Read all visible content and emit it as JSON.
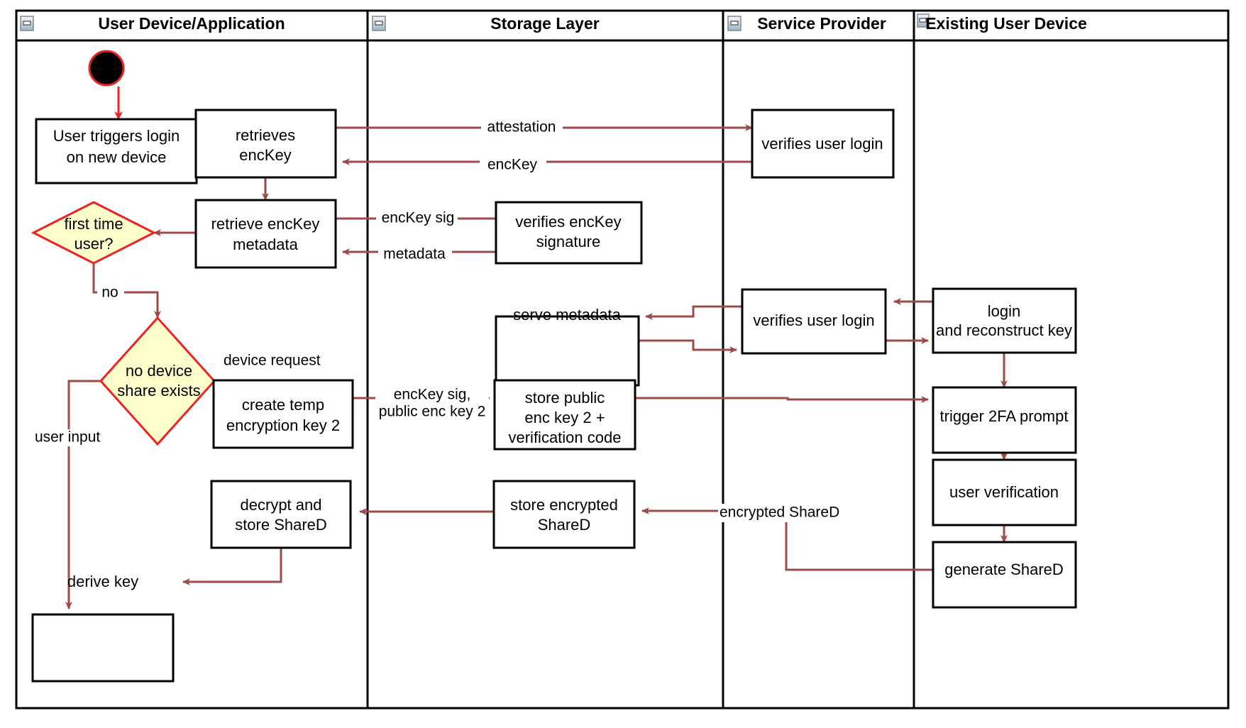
{
  "diagram": {
    "type": "uml-activity-swimlane",
    "colors": {
      "flow_arrow": "#9c4b47",
      "start_arrow": "#ee2222",
      "decision_fill": "#ffffcc",
      "decision_stroke": "#ee2222",
      "node_fill": "#ffffff",
      "node_stroke": "#000000",
      "frame_stroke": "#000000"
    },
    "lanes": [
      {
        "id": "lane-user-device",
        "title": "User Device/Application",
        "collapse_icon": "minus-box-icon"
      },
      {
        "id": "lane-storage",
        "title": "Storage Layer",
        "collapse_icon": "minus-box-icon"
      },
      {
        "id": "lane-service-provider",
        "title": "Service Provider",
        "collapse_icon": "minus-box-icon"
      },
      {
        "id": "lane-existing-device",
        "title": "Existing User Device",
        "collapse_icon": "minus-box-icon"
      }
    ],
    "nodes": [
      {
        "id": "start",
        "lane": "lane-user-device",
        "shape": "initial",
        "label": ""
      },
      {
        "id": "user-triggers",
        "lane": "lane-user-device",
        "shape": "action",
        "lines": [
          "User triggers login",
          "on new device"
        ]
      },
      {
        "id": "retrieves-enckey",
        "lane": "lane-user-device",
        "shape": "action",
        "lines": [
          "retrieves",
          "encKey"
        ]
      },
      {
        "id": "retrieve-meta",
        "lane": "lane-user-device",
        "shape": "action",
        "lines": [
          "retrieve encKey",
          "metadata"
        ]
      },
      {
        "id": "first-time-user",
        "lane": "lane-user-device",
        "shape": "decision",
        "lines": [
          "first time",
          "user?"
        ]
      },
      {
        "id": "no-device-share",
        "lane": "lane-user-device",
        "shape": "decision",
        "lines": [
          "no device",
          "share exists"
        ]
      },
      {
        "id": "create-temp-key",
        "lane": "lane-user-device",
        "shape": "action",
        "lines": [
          "create temp",
          "encryption key 2"
        ]
      },
      {
        "id": "decrypt-stored",
        "lane": "lane-user-device",
        "shape": "action",
        "lines": [
          "decrypt and",
          "store ShareD"
        ]
      },
      {
        "id": "derive-key",
        "lane": "lane-user-device",
        "shape": "action",
        "lines": [
          "derive key"
        ]
      },
      {
        "id": "verifies-sig",
        "lane": "lane-storage",
        "shape": "action",
        "lines": [
          "verifies encKey",
          "signature"
        ]
      },
      {
        "id": "serve-metadata",
        "lane": "lane-storage",
        "shape": "action",
        "lines": [
          "serve metadata"
        ]
      },
      {
        "id": "store-public",
        "lane": "lane-storage",
        "shape": "action",
        "lines": [
          "store public",
          "enc key 2 +",
          "verification code"
        ]
      },
      {
        "id": "store-encrypted",
        "lane": "lane-storage",
        "shape": "action",
        "lines": [
          "store encrypted",
          "ShareD"
        ]
      },
      {
        "id": "verifies-login-1",
        "lane": "lane-service-provider",
        "shape": "action",
        "lines": [
          "verifies user login"
        ]
      },
      {
        "id": "verifies-login-2",
        "lane": "lane-service-provider",
        "shape": "action",
        "lines": [
          "verifies user login"
        ]
      },
      {
        "id": "login-recon",
        "lane": "lane-existing-device",
        "shape": "action",
        "lines": [
          "login",
          "and reconstruct key"
        ]
      },
      {
        "id": "trigger-2fa",
        "lane": "lane-existing-device",
        "shape": "action",
        "lines": [
          "trigger 2FA prompt"
        ]
      },
      {
        "id": "user-verification",
        "lane": "lane-existing-device",
        "shape": "action",
        "lines": [
          "user verification"
        ]
      },
      {
        "id": "generate-shared",
        "lane": "lane-existing-device",
        "shape": "action",
        "lines": [
          "generate ShareD"
        ]
      }
    ],
    "edge_labels": [
      {
        "id": "lbl-attestation",
        "text": "attestation"
      },
      {
        "id": "lbl-enckey",
        "text": "encKey"
      },
      {
        "id": "lbl-enckey-sig",
        "text": "encKey sig"
      },
      {
        "id": "lbl-metadata",
        "text": "metadata"
      },
      {
        "id": "lbl-no",
        "text": "no"
      },
      {
        "id": "lbl-device-req",
        "text": "device request"
      },
      {
        "id": "lbl-user-input",
        "text": "user input"
      },
      {
        "id": "lbl-enckey-sig-2",
        "text": "encKey sig,"
      },
      {
        "id": "lbl-pub-enc-key2",
        "text": "public enc key 2"
      },
      {
        "id": "lbl-encrypted-shared",
        "text": "encrypted ShareD"
      }
    ]
  }
}
